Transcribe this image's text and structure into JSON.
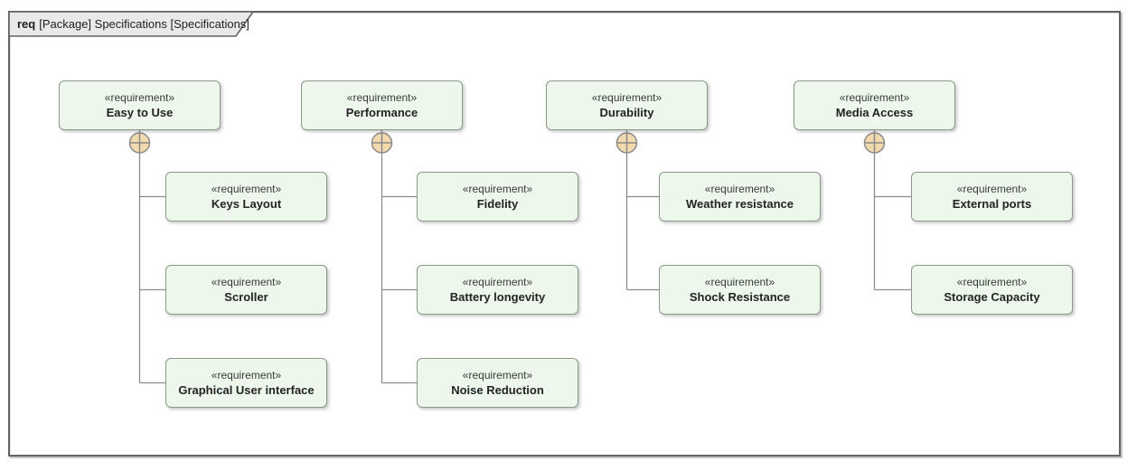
{
  "frame": {
    "keyword": "req",
    "title": "[Package] Specifications [Specifications]"
  },
  "diagram": {
    "type": "sysml-requirements-diagram",
    "groups": [
      {
        "parent": {
          "stereotype": "«requirement»",
          "name": "Easy to Use"
        },
        "children": [
          {
            "stereotype": "«requirement»",
            "name": "Keys Layout"
          },
          {
            "stereotype": "«requirement»",
            "name": "Scroller"
          },
          {
            "stereotype": "«requirement»",
            "name": "Graphical User interface"
          }
        ]
      },
      {
        "parent": {
          "stereotype": "«requirement»",
          "name": "Performance"
        },
        "children": [
          {
            "stereotype": "«requirement»",
            "name": "Fidelity"
          },
          {
            "stereotype": "«requirement»",
            "name": "Battery longevity"
          },
          {
            "stereotype": "«requirement»",
            "name": "Noise Reduction"
          }
        ]
      },
      {
        "parent": {
          "stereotype": "«requirement»",
          "name": "Durability"
        },
        "children": [
          {
            "stereotype": "«requirement»",
            "name": "Weather resistance"
          },
          {
            "stereotype": "«requirement»",
            "name": "Shock Resistance"
          }
        ]
      },
      {
        "parent": {
          "stereotype": "«requirement»",
          "name": "Media Access"
        },
        "children": [
          {
            "stereotype": "«requirement»",
            "name": "External ports"
          },
          {
            "stereotype": "«requirement»",
            "name": "Storage Capacity"
          }
        ]
      }
    ]
  },
  "colors": {
    "requirement_fill": "#edf7ec",
    "requirement_border": "#899a89",
    "connector": "#8a8a8a",
    "containment_circle_fill": "#f2d9ae",
    "frame_border": "#636363",
    "tab_fill": "#e9e9e9",
    "background": "#ffffff"
  }
}
